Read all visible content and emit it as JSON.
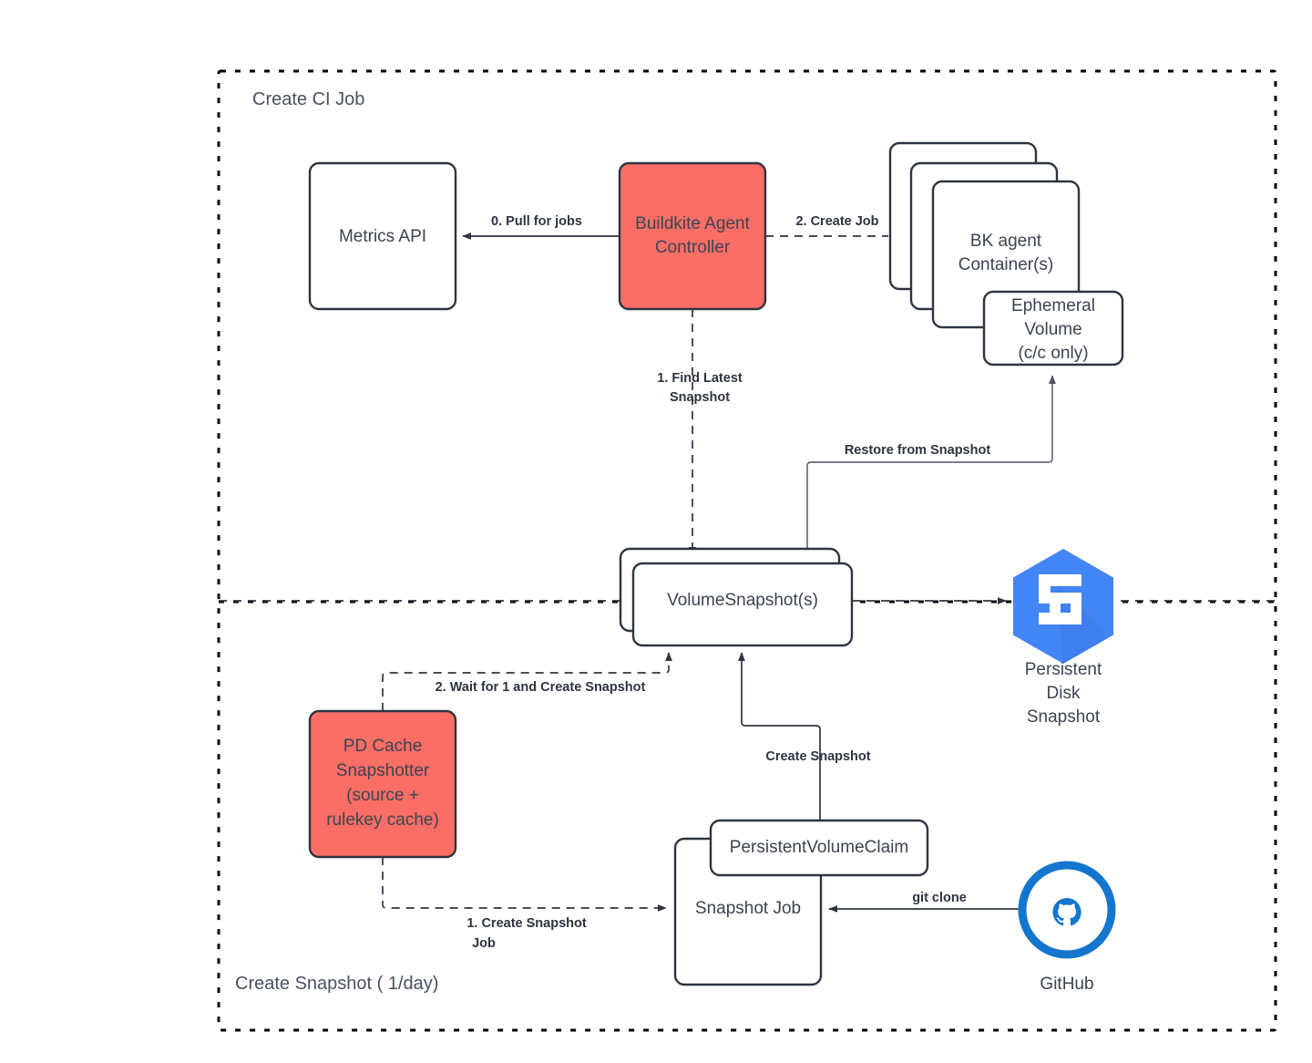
{
  "diagram": {
    "title": "Create CI Job / Create Snapshot",
    "colors": {
      "accent_fill": "#fa6e66",
      "node_stroke": "#2e3440",
      "node_fill": "#ffffff",
      "gcp_blue": "#4285f4",
      "gcp_blue_dark": "#3367d6",
      "github_blue": "#1476cd",
      "text": "#3d4451"
    },
    "groups": [
      {
        "id": "create-ci-job",
        "label": "Create CI Job"
      },
      {
        "id": "create-snapshot",
        "label": "Create Snapshot ( 1/day)"
      }
    ],
    "nodes": [
      {
        "id": "metrics-api",
        "label": "Metrics API",
        "style": "plain"
      },
      {
        "id": "buildkite-agent-controller",
        "label_line1": "Buildkite Agent",
        "label_line2": "Controller",
        "style": "accent"
      },
      {
        "id": "bk-agent-containers",
        "label_line1": "BK agent",
        "label_line2": "Container(s)",
        "style": "stacked"
      },
      {
        "id": "ephemeral-volume",
        "label_line1": "Ephemeral",
        "label_line2": "Volume",
        "label_line3": "(c/c only)",
        "style": "plain"
      },
      {
        "id": "volume-snapshots",
        "label": "VolumeSnapshot(s)",
        "style": "stacked"
      },
      {
        "id": "pd-cache-snapshotter",
        "label_line1": "PD Cache",
        "label_line2": "Snapshotter",
        "label_line3": "(source +",
        "label_line4": "rulekey cache)",
        "style": "accent"
      },
      {
        "id": "persistent-volume-claim",
        "label": "PersistentVolumeClaim",
        "style": "plain"
      },
      {
        "id": "snapshot-job",
        "label": "Snapshot Job",
        "style": "plain"
      }
    ],
    "icons": [
      {
        "id": "persistent-disk-snapshot",
        "icon_name": "gcp-persistent-disk-snapshot-icon",
        "caption_line1": "Persistent",
        "caption_line2": "Disk",
        "caption_line3": "Snapshot"
      },
      {
        "id": "github",
        "icon_name": "github-octocat-icon",
        "caption": "GitHub"
      }
    ],
    "edges": [
      {
        "id": "pull-for-jobs",
        "label": "0. Pull for jobs",
        "from": "buildkite-agent-controller",
        "to": "metrics-api",
        "style": "solid"
      },
      {
        "id": "create-job",
        "label": "2. Create Job",
        "from": "buildkite-agent-controller",
        "to": "bk-agent-containers",
        "style": "dashed"
      },
      {
        "id": "find-latest-snapshot",
        "label_line1": "1. Find Latest",
        "label_line2": "Snapshot",
        "from": "buildkite-agent-controller",
        "to": "volume-snapshots",
        "style": "dashed"
      },
      {
        "id": "restore-from-snapshot",
        "label": "Restore from Snapshot",
        "from": "volume-snapshots",
        "to": "ephemeral-volume",
        "style": "solid"
      },
      {
        "id": "volumesnapshot-to-pd",
        "label": "",
        "from": "volume-snapshots",
        "to": "persistent-disk-snapshot",
        "style": "dashed"
      },
      {
        "id": "wait-for-1-and-create-snapshot",
        "label": "2. Wait for 1 and Create Snapshot",
        "from": "pd-cache-snapshotter",
        "to": "volume-snapshots",
        "style": "dashed"
      },
      {
        "id": "create-snapshot",
        "label": "Create Snapshot",
        "from": "persistent-volume-claim",
        "to": "volume-snapshots",
        "style": "solid"
      },
      {
        "id": "create-snapshot-job",
        "label_line1": "1. Create Snapshot",
        "label_line2": "Job",
        "from": "pd-cache-snapshotter",
        "to": "snapshot-job",
        "style": "dashed"
      },
      {
        "id": "git-clone",
        "label": "git clone",
        "from": "github",
        "to": "snapshot-job",
        "style": "solid"
      }
    ]
  }
}
